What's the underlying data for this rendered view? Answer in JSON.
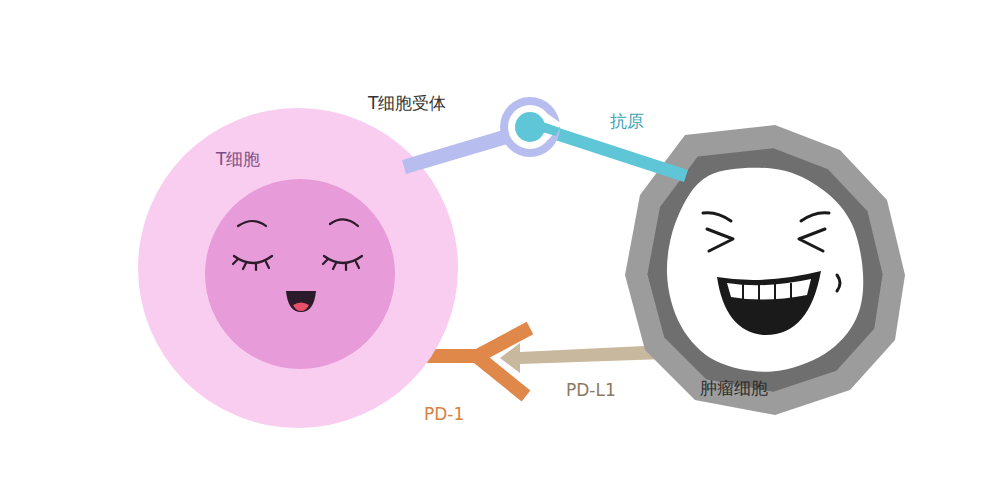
{
  "diagram": {
    "nodes": [
      {
        "text": [
          "T细胞"
        ]
      },
      {
        "text": [
          "肿瘤细胞"
        ]
      }
    ],
    "labels": [
      "T细胞受体",
      "抗原",
      "PD-1",
      "PD-L1"
    ]
  }
}
